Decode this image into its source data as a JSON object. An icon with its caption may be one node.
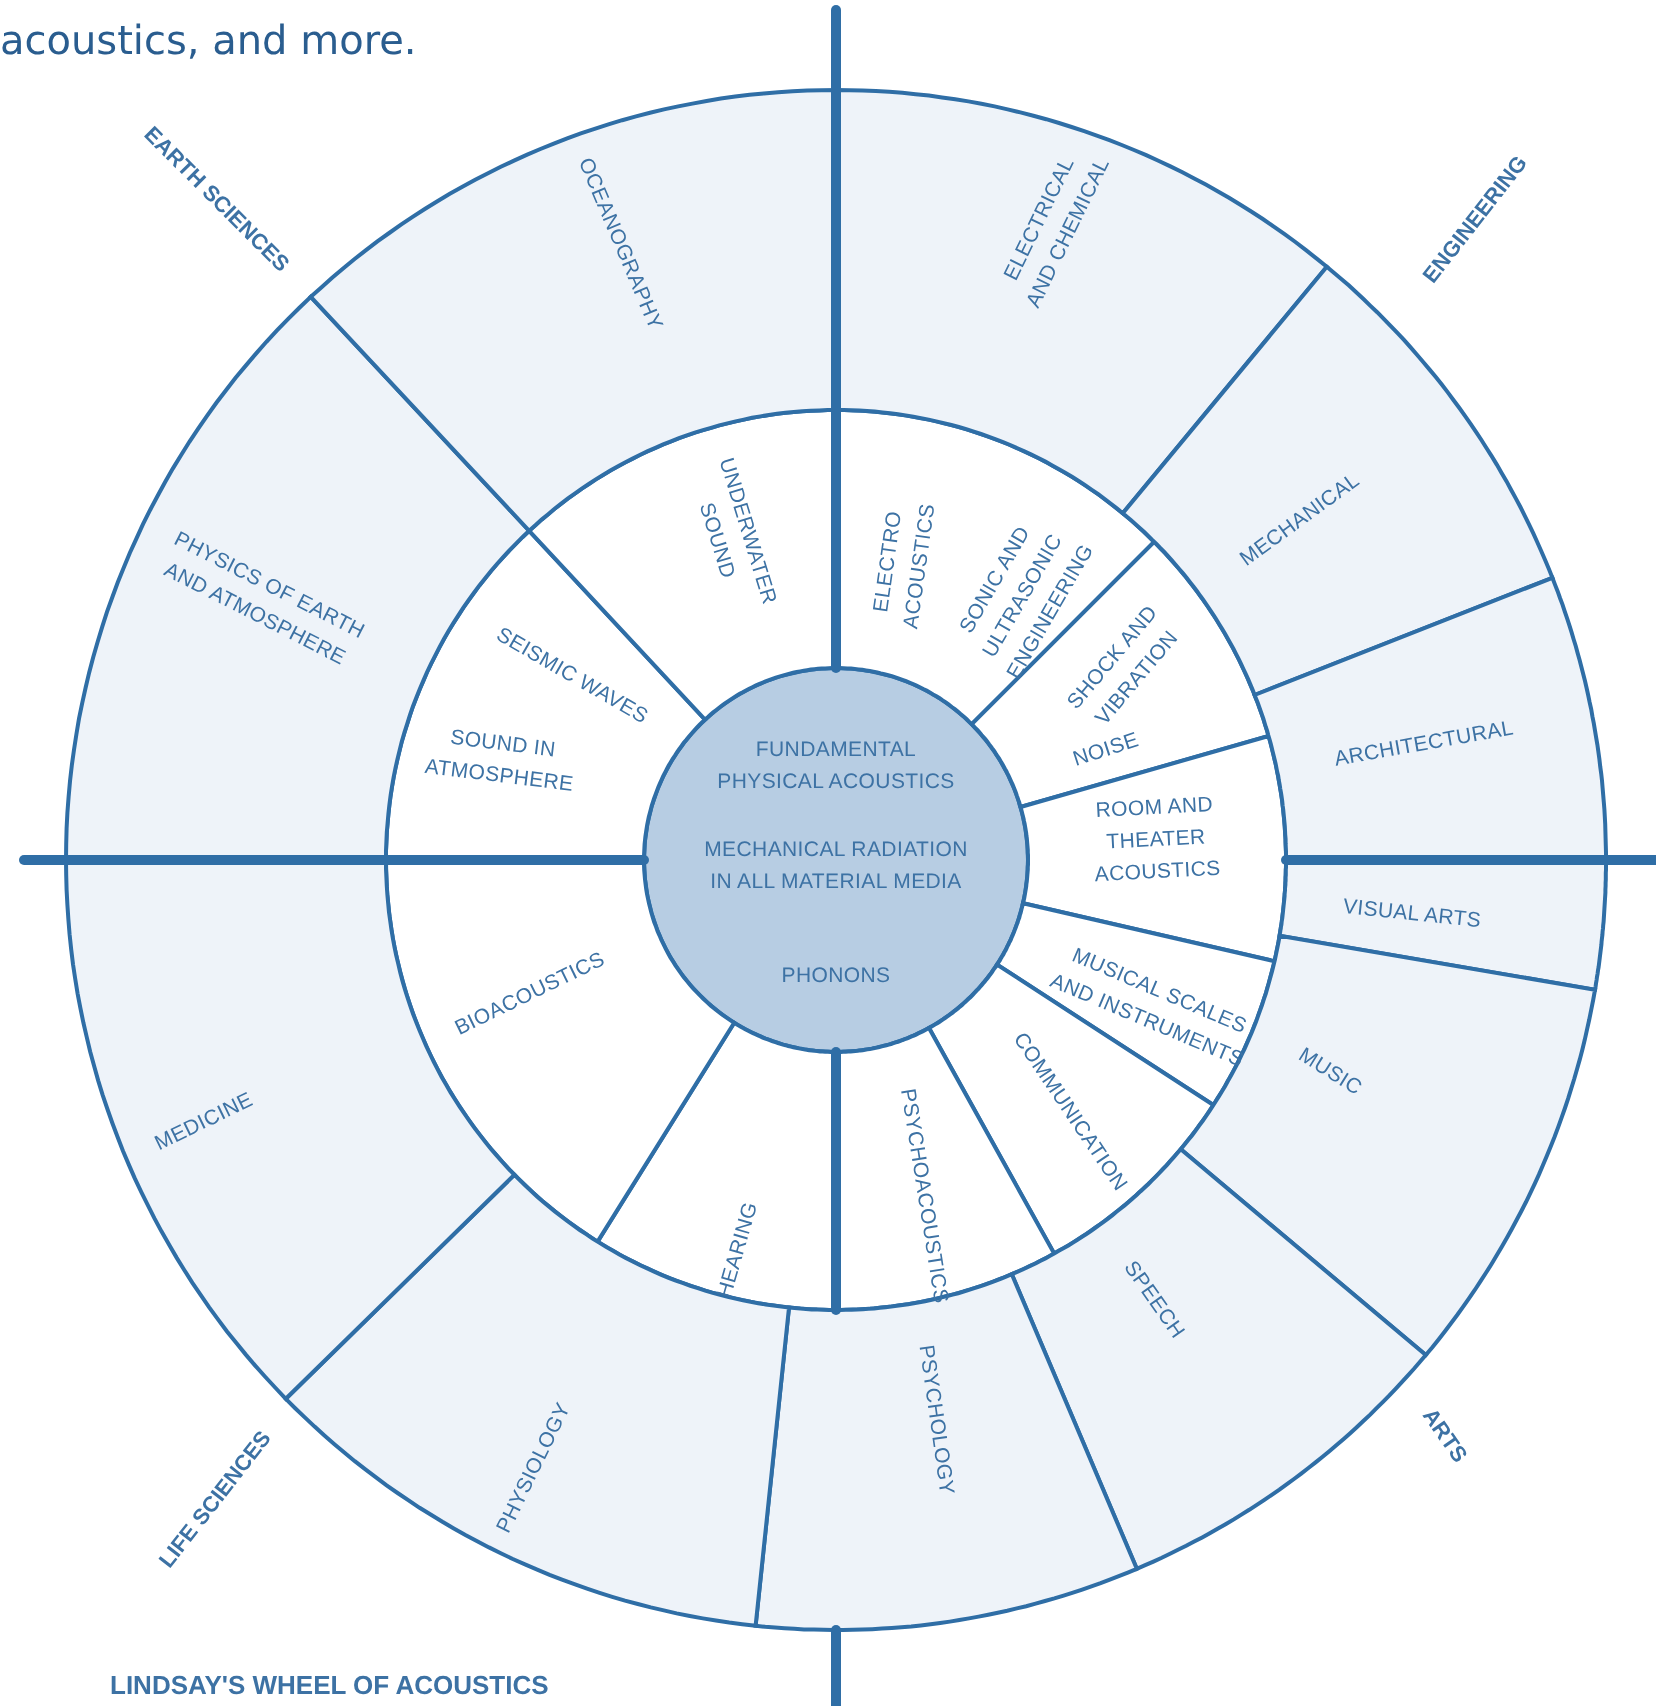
{
  "diagram": {
    "caption": "LINDSAY'S WHEEL OF ACOUSTICS",
    "nodes": [
      {
        "text": [
          "FUNDAMENTAL PHYSICAL ACOUSTICS",
          "MECHANICAL RADIATION IN ALL MATERIAL MEDIA",
          "PHONONS"
        ]
      },
      {
        "text": [
          "ELECTRO ACOUSTICS",
          "SONIC AND ULTRASONIC ENGINEERING"
        ]
      },
      {
        "text": [
          "SHOCK AND VIBRATION",
          "NOISE"
        ]
      },
      {
        "text": [
          "ROOM AND THEATER ACOUSTICS"
        ]
      },
      {
        "text": [
          "MUSICAL SCALES AND INSTRUMENTS"
        ]
      },
      {
        "text": [
          "COMMUNICATION"
        ]
      },
      {
        "text": [
          "PSYCHOACOUSTICS"
        ]
      },
      {
        "text": [
          "HEARING"
        ]
      },
      {
        "text": [
          "BIOACOUSTICS"
        ]
      },
      {
        "text": [
          "SEISMIC WAVES",
          "SOUND IN ATMOSPHERE"
        ]
      },
      {
        "text": [
          "UNDERWATER SOUND"
        ]
      },
      {
        "text": [
          "ELECTRICAL AND CHEMICAL"
        ]
      },
      {
        "text": [
          "MECHANICAL"
        ]
      },
      {
        "text": [
          "ARCHITECTURAL"
        ]
      },
      {
        "text": [
          "VISUAL ARTS"
        ]
      },
      {
        "text": [
          "MUSIC"
        ]
      },
      {
        "text": [
          "SPEECH"
        ]
      },
      {
        "text": [
          "PSYCHOLOGY"
        ]
      },
      {
        "text": [
          "PHYSIOLOGY"
        ]
      },
      {
        "text": [
          "MEDICINE"
        ]
      },
      {
        "text": [
          "PHYSICS OF EARTH AND ATMOSPHERE"
        ]
      },
      {
        "text": [
          "OCEANOGRAPHY"
        ]
      }
    ],
    "labels": [
      "acoustics, and more.",
      "EARTH SCIENCES",
      "ENGINEERING",
      "ARTS",
      "LIFE SCIENCES"
    ]
  }
}
